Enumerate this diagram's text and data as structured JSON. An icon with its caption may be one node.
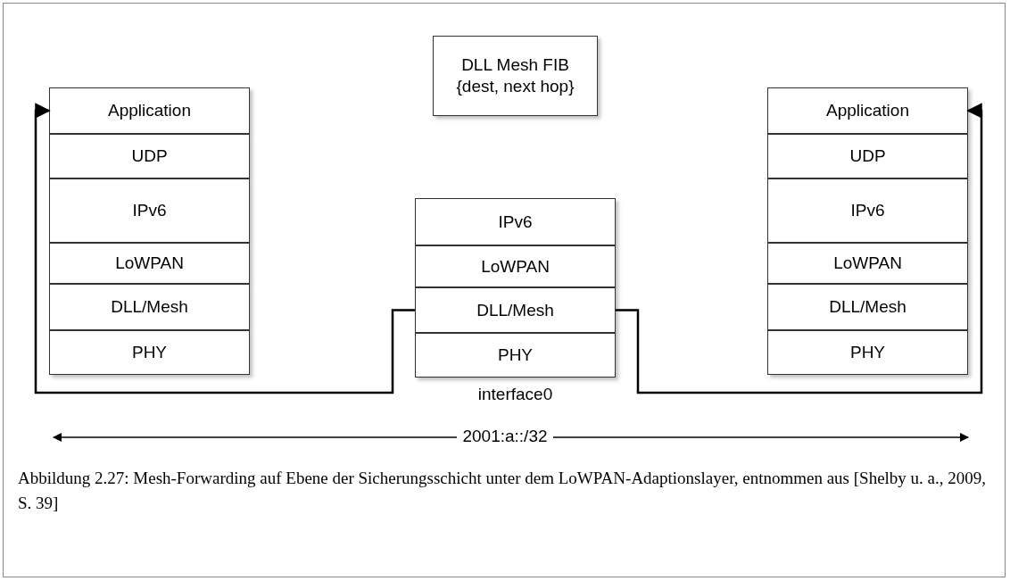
{
  "diagram": {
    "caption": "Abbildung 2.27: Mesh-Forwarding auf Ebene der Sicherungsschicht unter dem LoWPAN-Adaptionslayer, entnommen aus [Shelby u. a., 2009, S. 39]",
    "nodes": [
      {
        "text": [
          "DLL Mesh FIB {dest, next hop}"
        ]
      },
      {
        "text": [
          "Application"
        ]
      },
      {
        "text": [
          "UDP"
        ]
      },
      {
        "text": [
          "IPv6"
        ]
      },
      {
        "text": [
          "LoWPAN"
        ]
      },
      {
        "text": [
          "DLL/Mesh"
        ]
      },
      {
        "text": [
          "PHY"
        ]
      },
      {
        "text": [
          "IPv6"
        ]
      },
      {
        "text": [
          "LoWPAN"
        ]
      },
      {
        "text": [
          "DLL/Mesh"
        ]
      },
      {
        "text": [
          "PHY"
        ],
        "beside": [
          "interface0"
        ]
      },
      {
        "text": [
          "Application"
        ]
      },
      {
        "text": [
          "UDP"
        ]
      },
      {
        "text": [
          "IPv6"
        ]
      },
      {
        "text": [
          "LoWPAN"
        ]
      },
      {
        "text": [
          "DLL/Mesh"
        ]
      },
      {
        "text": [
          "PHY"
        ]
      }
    ],
    "edges": [
      {
        "from": 9,
        "to": 1,
        "arrow": "to"
      },
      {
        "from": 9,
        "to": 11,
        "arrow": "to"
      }
    ],
    "labels": [
      "2001:a::/32"
    ]
  }
}
